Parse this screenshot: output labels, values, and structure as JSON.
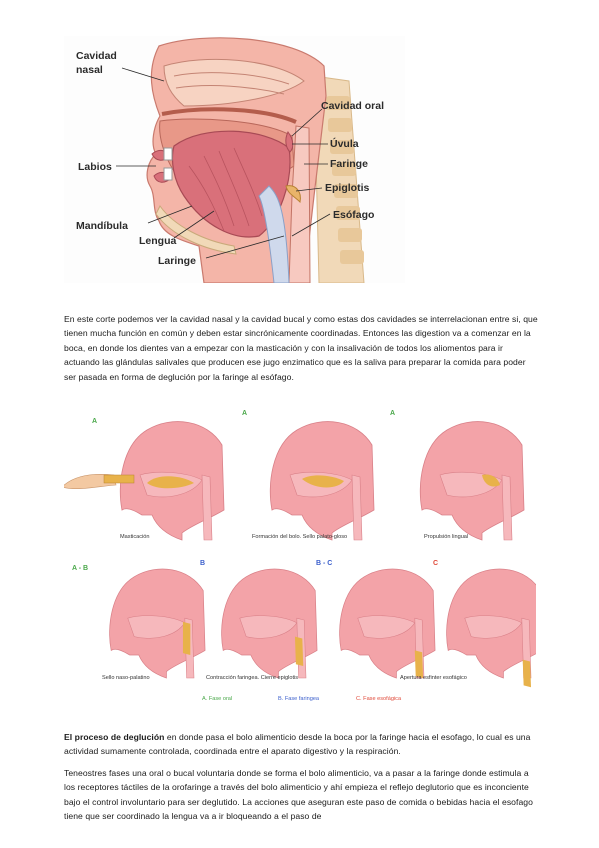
{
  "figure1": {
    "labels": {
      "nasal_cavity_1": "Cavidad",
      "nasal_cavity_2": "nasal",
      "oral_cavity": "Cavidad oral",
      "uvula": "Úvula",
      "pharynx": "Faringe",
      "lips": "Labios",
      "epiglottis": "Epiglotis",
      "esophagus": "Esófago",
      "mandible": "Mandíbula",
      "tongue": "Lengua",
      "larynx": "Laringe"
    }
  },
  "paragraph1": "En este corte podemos ver la cavidad nasal y la cavidad bucal y como estas dos cavidades se interrelacionan entre si, que tienen mucha función en común y deben estar sincrónicamente coordinadas. Entonces las digestion va a comenzar en la boca, en donde los dientes van a empezar con la masticación y con la insalivación de todos los aliomentos para ir actuando las glándulas salivales que producen ese jugo enzimatico que es la saliva para preparar la comida para poder ser pasada en forma de deglución por la faringe al esófago.",
  "figure2": {
    "phase_markers": {
      "a1": "A",
      "a2": "A",
      "a3": "A",
      "ab": "A - B",
      "b": "B",
      "bc": "B - C",
      "c": "C"
    },
    "captions": {
      "mastication": "Masticación",
      "bolus_formation": "Formación del bolo. Sello palato-gloso",
      "lingual_propulsion": "Propulsión lingual",
      "nasopalatal_seal": "Sello naso-palatino",
      "pharyngeal_contraction": "Contracción faringea. Cierre epiglotis",
      "sphincter_opening": "Apertura esfinter esofágico"
    },
    "legend": {
      "oral": "A. Fase oral",
      "pharyngeal": "B. Fase faringea",
      "esophageal": "C. Fase esofágica"
    },
    "colors": {
      "green": "#4aa84a",
      "blue": "#3b5fcc",
      "red": "#e04a3a",
      "skin": "#f3a3a8",
      "bolus": "#e8b24a"
    }
  },
  "paragraph2": {
    "bold": "El proceso de deglución",
    "rest": " en donde pasa el bolo alimenticio desde la boca por la faringe hacia el esofago, lo cual es una actividad sumamente controlada, coordinada entre el aparato digestivo y la respiración."
  },
  "paragraph3": "Teneostres fases una oral o bucal voluntaria donde se forma el bolo alimenticio, va a pasar a la faringe donde estimula a los receptores táctiles de la orofaringe a través del bolo alimenticio y ahí empieza el reflejo deglutorio que es inconciente bajo el control involuntario para ser deglutido. La acciones que aseguran este paso de comida o bebidas hacia el esofago tiene que ser coordinado la lengua va a ir bloqueando a el paso de"
}
